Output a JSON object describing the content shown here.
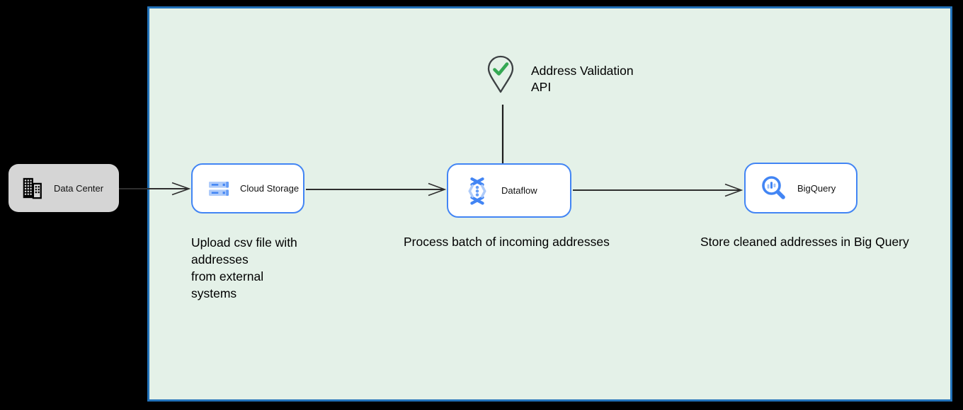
{
  "diagram": {
    "type": "cloud-architecture-flow",
    "boundary": {
      "fill_color": "#e4f1e8",
      "border_color": "#2272b9"
    },
    "colors": {
      "background": "#000000",
      "node_border_blue": "#4285f4",
      "icon_blue_dark": "#4285f4",
      "icon_blue_light": "#aecbfa",
      "data_center_fill": "#d5d5d5",
      "check_green": "#34a853",
      "arrow_color": "#2e2e2e",
      "text_color": "#000000"
    },
    "nodes": {
      "data_center": {
        "label": "Data Center",
        "icon": "building-icon"
      },
      "cloud_storage": {
        "label": "Cloud Storage",
        "icon": "cloud-storage-bars-icon"
      },
      "dataflow": {
        "label": "Dataflow",
        "icon": "dataflow-helix-icon"
      },
      "bigquery": {
        "label": "BigQuery",
        "icon": "magnifier-chart-icon"
      }
    },
    "annotations": {
      "address_validation_label": "Address Validation\nAPI",
      "address_validation_icon": "map-pin-check-icon",
      "cloud_storage_caption": "Upload csv file with\naddresses\nfrom external\nsystems",
      "dataflow_caption": "Process batch of incoming addresses",
      "bigquery_caption": "Store cleaned addresses in Big Query"
    },
    "edges": [
      {
        "from": "data_center",
        "to": "cloud_storage",
        "style": "open-arrow"
      },
      {
        "from": "cloud_storage",
        "to": "dataflow",
        "style": "open-arrow"
      },
      {
        "from": "dataflow",
        "to": "bigquery",
        "style": "open-arrow"
      },
      {
        "from": "address_validation_api",
        "to": "dataflow",
        "style": "plain-line"
      }
    ]
  }
}
